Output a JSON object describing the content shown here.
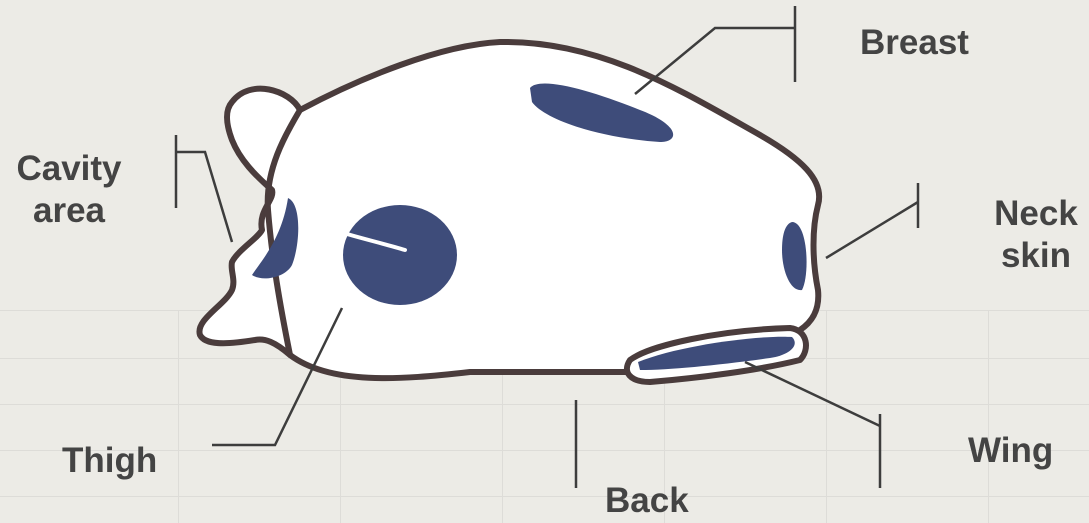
{
  "labels": {
    "breast": "Breast",
    "cavity_line1": "Cavity",
    "cavity_line2": "area",
    "neck_line1": "Neck",
    "neck_line2": "skin",
    "thigh": "Thigh",
    "wing": "Wing",
    "back": "Back"
  },
  "colors": {
    "outline": "#4a3c3c",
    "spot": "#3e4c7a",
    "label": "#444444",
    "leader": "#3d3d3d",
    "background": "#ecebe6"
  }
}
